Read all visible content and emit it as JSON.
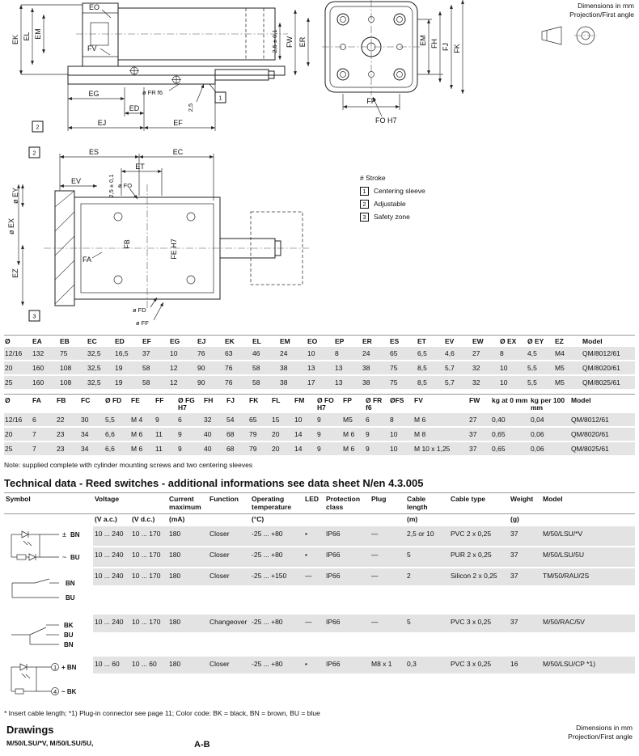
{
  "corner": {
    "line1": "Dimensions in mm",
    "line2": "Projection/First angle"
  },
  "legend": {
    "stroke": "# Stroke",
    "items": [
      {
        "n": "1",
        "label": "Centering sleeve"
      },
      {
        "n": "2",
        "label": "Adjustable"
      },
      {
        "n": "3",
        "label": "Safety zone"
      }
    ]
  },
  "side_view": {
    "eo": "EO",
    "ek": "EK",
    "el": "EL",
    "em": "EM",
    "fv": "FV",
    "eg": "EG",
    "ed": "ED",
    "ej": "EJ",
    "ef": "EF",
    "fr": "ø FR f6",
    "tol": "2,5 ± 0,1",
    "n25": "2,5",
    "fw": "FW",
    "er": "ER",
    "box1": "1",
    "box2": "2"
  },
  "flange_view": {
    "em": "EM",
    "fh": "FH",
    "fj": "FJ",
    "fk": "FK",
    "fp": "FP",
    "fo": "FO H7"
  },
  "section_view": {
    "box2": "2",
    "es": "ES",
    "ec": "EC",
    "et": "ET",
    "ev": "EV",
    "fo": "ø FO",
    "tol": "2,5 ± 0,1",
    "ey": "ø EY",
    "ex": "ø EX",
    "ez": "EZ",
    "fa": "FA",
    "fb": "FB",
    "fe": "FE H7",
    "fd": "ø FD",
    "ff": "ø FF",
    "box3": "3"
  },
  "dim1": {
    "headers": [
      "Ø",
      "EA",
      "EB",
      "EC",
      "ED",
      "EF",
      "EG",
      "EJ",
      "EK",
      "EL",
      "EM",
      "EO",
      "EP",
      "ER",
      "ES",
      "ET",
      "EV",
      "EW",
      "Ø EX",
      "Ø EY",
      "EZ",
      "Model"
    ],
    "rows": [
      [
        "12/16",
        "132",
        "75",
        "32,5",
        "16,5",
        "37",
        "10",
        "76",
        "63",
        "46",
        "24",
        "10",
        "8",
        "24",
        "65",
        "6,5",
        "4,6",
        "27",
        "8",
        "4,5",
        "M4",
        "QM/8012/61"
      ],
      [
        "20",
        "160",
        "108",
        "32,5",
        "19",
        "58",
        "12",
        "90",
        "76",
        "58",
        "38",
        "13",
        "13",
        "38",
        "75",
        "8,5",
        "5,7",
        "32",
        "10",
        "5,5",
        "M5",
        "QM/8020/61"
      ],
      [
        "25",
        "160",
        "108",
        "32,5",
        "19",
        "58",
        "12",
        "90",
        "76",
        "58",
        "38",
        "17",
        "13",
        "38",
        "75",
        "8,5",
        "5,7",
        "32",
        "10",
        "5,5",
        "M5",
        "QM/8025/61"
      ]
    ]
  },
  "dim2": {
    "headers": [
      "Ø",
      "FA",
      "FB",
      "FC",
      "Ø FD",
      "FE",
      "FF",
      "Ø FG H7",
      "FH",
      "FJ",
      "FK",
      "FL",
      "FM",
      "Ø FO H7",
      "FP",
      "Ø FR f6",
      "ØFS",
      "FV",
      "FW",
      "kg at 0 mm",
      "kg per 100 mm",
      "Model"
    ],
    "rows": [
      [
        "12/16",
        "6",
        "22",
        "30",
        "5,5",
        "M 4",
        "9",
        "6",
        "32",
        "54",
        "65",
        "15",
        "10",
        "9",
        "M5",
        "6",
        "8",
        "M 6",
        "27",
        "0,40",
        "0,04",
        "QM/8012/61"
      ],
      [
        "20",
        "7",
        "23",
        "34",
        "6,6",
        "M 6",
        "11",
        "9",
        "40",
        "68",
        "79",
        "20",
        "14",
        "9",
        "M 6",
        "9",
        "10",
        "M 8",
        "37",
        "0,65",
        "0,06",
        "QM/8020/61"
      ],
      [
        "25",
        "7",
        "23",
        "34",
        "6,6",
        "M 6",
        "11",
        "9",
        "40",
        "68",
        "79",
        "20",
        "14",
        "9",
        "M 6",
        "9",
        "10",
        "M 10 x 1,25",
        "37",
        "0,65",
        "0,06",
        "QM/8025/61"
      ]
    ]
  },
  "note": "Note: supplied complete with cylinder mounting screws and two centering sleeves",
  "tech_heading": "Technical data - Reed switches - additional informations see data sheet N/en 4.3.005",
  "reed": {
    "headers": {
      "symbol": "Symbol",
      "voltage": "Voltage",
      "current": "Current maximum",
      "function": "Function",
      "temperature": "Operating temperature",
      "led": "LED",
      "protection": "Protection class",
      "plug": "Plug",
      "cable_length": "Cable length",
      "cable_type": "Cable type",
      "weight": "Weight",
      "model": "Model"
    },
    "units": [
      "",
      "(V a.c.)",
      "(V d.c.)",
      "(mA)",
      "",
      "(°C)",
      "",
      "",
      "",
      "(m)",
      "",
      "(g)",
      ""
    ],
    "rows": [
      [
        "10 ... 240",
        "10 ... 170",
        "180",
        "Closer",
        "-25 ... +80",
        "•",
        "IP66",
        "—",
        "2,5 or 10",
        "PVC 2 x 0,25",
        "37",
        "M/50/LSU/*V"
      ],
      [
        "10 ... 240",
        "10 ... 170",
        "180",
        "Closer",
        "-25 ... +80",
        "•",
        "IP66",
        "—",
        "5",
        "PUR 2 x 0,25",
        "37",
        "M/50/LSU/5U"
      ],
      [
        "10 ... 240",
        "10 ... 170",
        "180",
        "Closer",
        "-25 ... +150",
        "—",
        "IP66",
        "—",
        "2",
        "Silicon 2 x 0,25",
        "37",
        "TM/50/RAU/2S"
      ],
      [
        "10 ... 240",
        "10 ... 170",
        "180",
        "Changeover",
        "-25 ... +80",
        "—",
        "IP66",
        "—",
        "5",
        "PVC 3 x 0,25",
        "37",
        "M/50/RAC/5V"
      ],
      [
        "10 ... 60",
        "10 ... 60",
        "180",
        "Closer",
        "-25 ... +80",
        "•",
        "IP66",
        "M8 x 1",
        "0,3",
        "PVC 3 x 0,25",
        "16",
        "M/50/LSU/CP *1)"
      ]
    ],
    "symbols": {
      "lsu": {
        "plus": "±",
        "bn": "BN",
        "tilde": "~",
        "bu": "BU"
      },
      "rau": {
        "bn": "BN",
        "bu": "BU"
      },
      "rac": {
        "bk": "BK",
        "bu": "BU",
        "bn": "BN"
      },
      "cp": {
        "p1": "1",
        "bn": "+ BN",
        "p4": "4",
        "bk": "~ BK"
      }
    }
  },
  "footnote": "* Insert cable length; *1) Plug-in connector see page 11; Color code: BK = black, BN = brown, BU = blue",
  "bottom": {
    "title": "Drawings",
    "models": "M/50/LSU/*V, M/50/LSU/5U,",
    "ab": "A-B",
    "dim1": "Dimensions in mm",
    "dim2": "Projection/First angle"
  }
}
